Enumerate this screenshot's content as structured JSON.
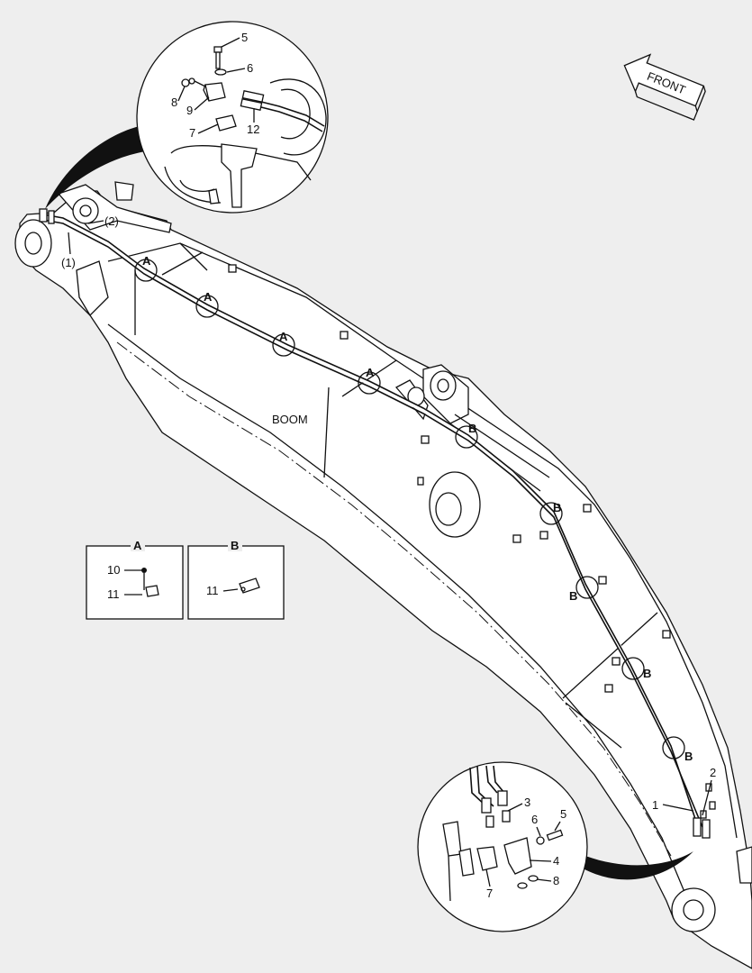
{
  "labels": {
    "boom": "BOOM",
    "front": "FRONT",
    "ref1": "(1)",
    "ref2": "(2)"
  },
  "markers": {
    "a": "A",
    "b": "B"
  },
  "callouts": {
    "n1": "1",
    "n2": "2",
    "n3": "3",
    "n4": "4",
    "n5": "5",
    "n6": "6",
    "n7": "7",
    "n8": "8",
    "n9": "9",
    "n10": "10",
    "n11": "11",
    "n12": "12"
  },
  "detail_a": {
    "title": "A",
    "items": [
      "10",
      "11"
    ]
  },
  "detail_b": {
    "title": "B",
    "items": [
      "11"
    ]
  },
  "colors": {
    "line": "#111111",
    "background": "#eeeeee",
    "part_fill": "#ffffff"
  }
}
